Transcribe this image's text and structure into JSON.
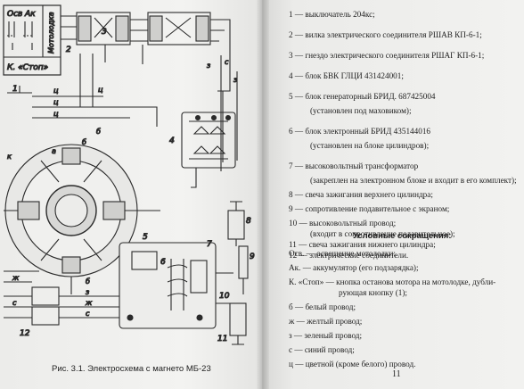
{
  "figure": {
    "caption": "Рис. 3.1. Электросхема с магнето МБ-23",
    "box_labels": {
      "osv": "Осв",
      "ak": "Ак",
      "motolodka": "Мотолодка",
      "k_stop": "К. «Стоп»"
    },
    "callouts": [
      "1",
      "2",
      "3",
      "4",
      "5",
      "6",
      "7",
      "8",
      "9",
      "10",
      "11",
      "12"
    ],
    "wire_letters": [
      "ц",
      "ц",
      "ц",
      "б",
      "б",
      "к",
      "з",
      "з",
      "с",
      "ж",
      "с",
      "а",
      "б",
      "з",
      "ж",
      "с",
      "ц"
    ]
  },
  "legend": {
    "items": [
      {
        "text": "1 — выключатель 204кс;"
      },
      {
        "text": "2 — вилка электрического соединителя РШАВ КП-6-1;"
      },
      {
        "text": "3 — гнездо электрического соединителя РШАГ КП-6-1;"
      },
      {
        "text": "4 — блок БВК ГЛЦИ 431424001;"
      },
      {
        "text": "5 — блок генераторный БРИД. 687425004"
      },
      {
        "text": "(установлен под маховиком);",
        "cont": true
      },
      {
        "text": "6 — блок электронный БРИД 435144016"
      },
      {
        "text": "(установлен на блоке цилиндров);",
        "cont": true
      },
      {
        "text": "7 — высоковольтный трансформатор"
      },
      {
        "text": "(закреплен на электронном блоке и входит в его комплект);",
        "cont": true
      },
      {
        "text": "8 — свеча зажигания верхнего цилиндра;"
      },
      {
        "text": "9 — сопротивление подавительное с экраном;"
      },
      {
        "text": "10 — высоковольтный провод;"
      },
      {
        "text": "(входит в сопротивление подавительное);",
        "cont": true
      },
      {
        "text": "11 — свеча зажигания нижнего цилиндра;"
      },
      {
        "text": "12 — электрические соединители."
      }
    ]
  },
  "abbreviations": {
    "title": "Условные сокращения:",
    "items": [
      {
        "text": "Осв. — освещение мотолодки;"
      },
      {
        "text": "Ак. — аккумулятор (его подзарядка);"
      },
      {
        "text": "К. «Стоп» — кнопка останова мотора на мотолодке, дубли-"
      },
      {
        "text": "рующая кнопку (1);",
        "cont": true
      },
      {
        "text": "б — белый провод;"
      },
      {
        "text": "ж — желтый провод;"
      },
      {
        "text": "з — зеленый провод;"
      },
      {
        "text": "с — синий провод;"
      },
      {
        "text": "ц — цветной (кроме белого) провод."
      }
    ]
  },
  "page_number": "11"
}
